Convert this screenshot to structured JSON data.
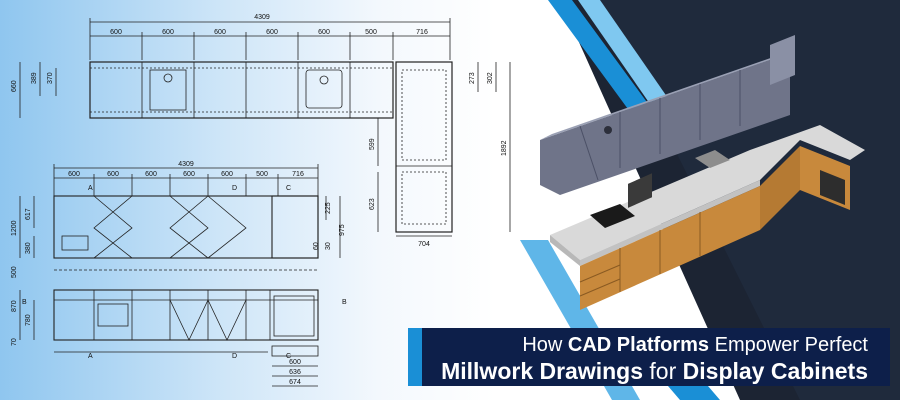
{
  "headline": {
    "line1_pre": "How ",
    "line1_bold": "CAD Platforms",
    "line1_post": " Empower Perfect",
    "line2_bold1": "Millwork Drawings",
    "line2_mid": " for ",
    "line2_bold2": "Display Cabinets"
  },
  "top_view": {
    "overall": "4309",
    "segments": [
      "600",
      "600",
      "600",
      "600",
      "600",
      "500",
      "716"
    ],
    "left_dims": [
      "660",
      "389",
      "370"
    ],
    "right_dims": [
      "273",
      "302",
      "1892"
    ],
    "tall_dims": [
      "599",
      "623"
    ],
    "bottom_dim": "704"
  },
  "front_view": {
    "overall": "4309",
    "segments": [
      "600",
      "600",
      "600",
      "600",
      "600",
      "500",
      "716"
    ],
    "section_labels": [
      "A",
      "D",
      "C",
      "B",
      "A",
      "D",
      "C",
      "B"
    ],
    "left_dims": [
      "1200",
      "617",
      "380",
      "500",
      "870",
      "780",
      "70"
    ],
    "right_dims": [
      "225",
      "975",
      "60",
      "30"
    ],
    "bottom_dims": [
      "600",
      "636",
      "674"
    ]
  },
  "colors": {
    "banner_navy": "#0d1f4a",
    "accent_blue": "#1a8fd6",
    "cabinet_wood": "#c8893c",
    "cabinet_grey": "#7a7f96",
    "countertop": "#d9d9d9"
  }
}
